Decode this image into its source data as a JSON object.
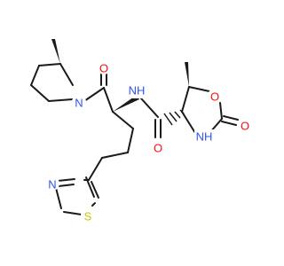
{
  "molecule": {
    "atoms": {
      "o_pyrrolidine_carbonyl": {
        "text": "O",
        "color": "#ff0d0d"
      },
      "n_pyrrolidine": {
        "text": "N",
        "color": "#3050f8"
      },
      "nh_amide": {
        "text": "NH",
        "color": "#3050f8"
      },
      "o_amide_carbonyl": {
        "text": "O",
        "color": "#ff0d0d"
      },
      "o_ring": {
        "text": "O",
        "color": "#ff0d0d"
      },
      "o_oxazolidinone_carbonyl": {
        "text": "O",
        "color": "#ff0d0d"
      },
      "nh_ring": {
        "text": "NH",
        "color": "#3050f8"
      },
      "n_thiazole": {
        "text": "N",
        "color": "#3050f8"
      },
      "s_thiazole": {
        "text": "S",
        "color": "#c8c800"
      }
    },
    "bond_color": "#1a1a1a"
  }
}
